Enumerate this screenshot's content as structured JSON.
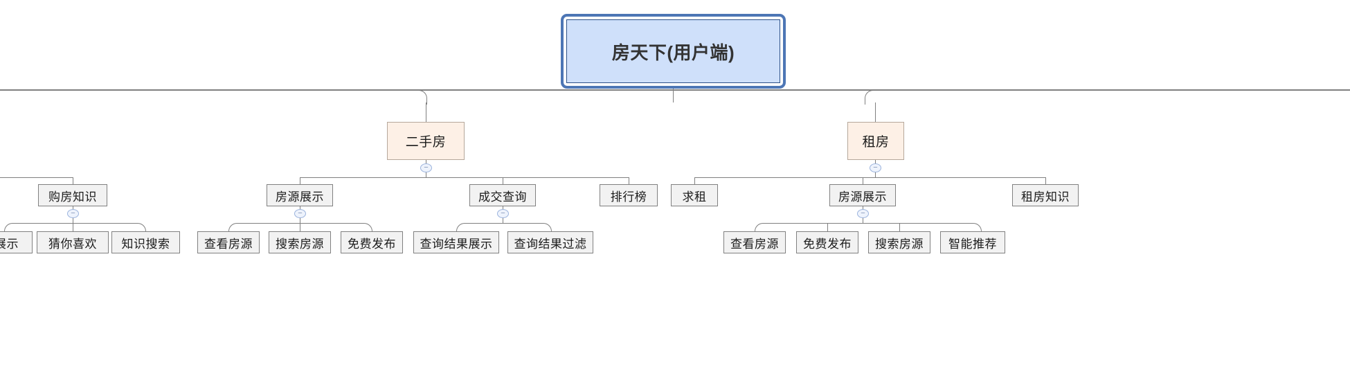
{
  "diagram": {
    "type": "mindmap-tree",
    "title": "房天下(用户端)",
    "orientation": "top-down",
    "colors": {
      "root_fill": "#cfe0fa",
      "root_border": "#4d76b5",
      "level1_fill": "#fdf0e6",
      "level1_border": "#b5a79b",
      "node_fill": "#f2f2f2",
      "node_border": "#808080",
      "connector": "#7f7f7f",
      "toggle_fill": "#eef3fc",
      "toggle_border": "#9bb3dd"
    },
    "toggle_symbol": "−"
  },
  "root": {
    "label": "房天下(用户端)"
  },
  "clipped_branch": {
    "note": "left-most branch partially outside viewport",
    "parent": {
      "label": "购房知识"
    },
    "children": [
      {
        "label": "展示"
      },
      {
        "label": "猜你喜欢"
      },
      {
        "label": "知识搜索"
      }
    ]
  },
  "branches": [
    {
      "label": "二手房",
      "children": [
        {
          "label": "房源展示",
          "children": [
            {
              "label": "查看房源"
            },
            {
              "label": "搜索房源"
            },
            {
              "label": "免费发布"
            }
          ]
        },
        {
          "label": "成交查询",
          "children": [
            {
              "label": "查询结果展示"
            },
            {
              "label": "查询结果过滤"
            }
          ]
        },
        {
          "label": "排行榜",
          "children": []
        }
      ]
    },
    {
      "label": "租房",
      "children": [
        {
          "label": "求租",
          "children": []
        },
        {
          "label": "房源展示",
          "children": [
            {
              "label": "查看房源"
            },
            {
              "label": "免费发布"
            },
            {
              "label": "搜索房源"
            },
            {
              "label": "智能推荐"
            }
          ]
        },
        {
          "label": "租房知识",
          "children": []
        }
      ]
    }
  ]
}
